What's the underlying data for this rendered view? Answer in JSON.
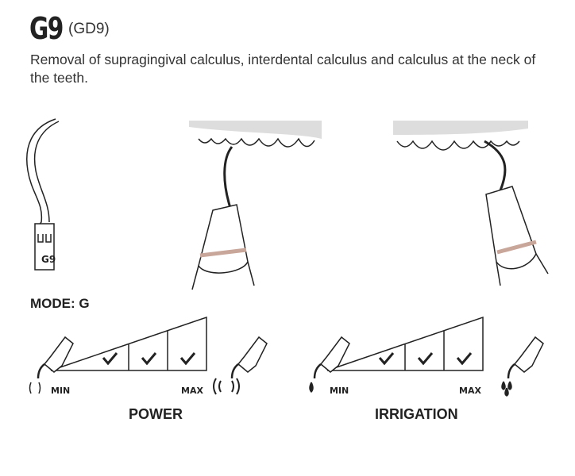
{
  "header": {
    "title": "G9",
    "subtitle": "(GD9)"
  },
  "description": "Removal of supragingival calculus, interdental calculus and calculus at the neck of the teeth.",
  "tip_label": "G9",
  "mode_label": "MODE: G",
  "power": {
    "min_label": "MIN",
    "max_label": "MAX",
    "title": "POWER",
    "checked_levels": [
      2,
      3,
      4
    ]
  },
  "irrigation": {
    "min_label": "MIN",
    "max_label": "MAX",
    "title": "IRRIGATION",
    "checked_levels": [
      2,
      3,
      4
    ]
  }
}
